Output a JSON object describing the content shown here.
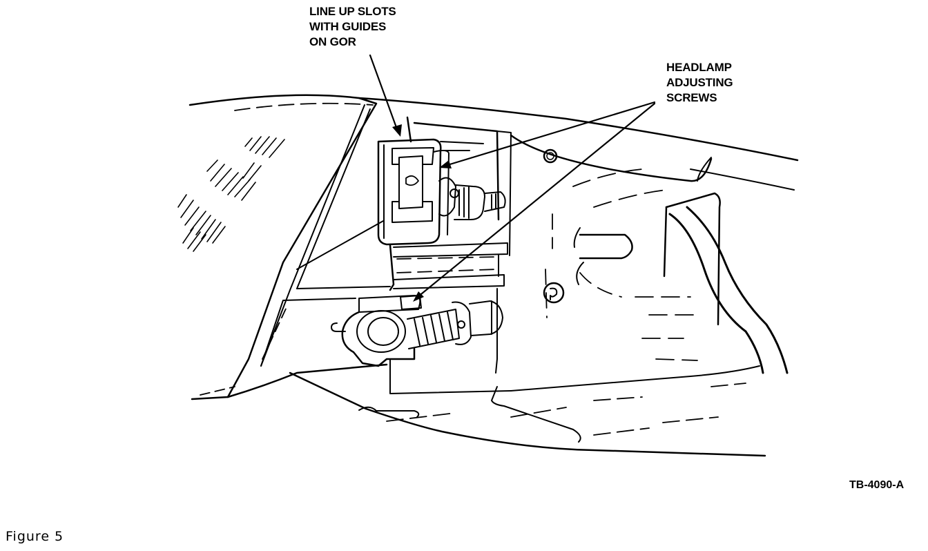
{
  "callouts": {
    "slots": {
      "line1": "LINE UP SLOTS",
      "line2": "WITH GUIDES",
      "line3": "ON GOR"
    },
    "screws": {
      "line1": "HEADLAMP",
      "line2": "ADJUSTING",
      "line3": "SCREWS"
    }
  },
  "figure": {
    "code": "TB-4090-A",
    "caption": "Figure 5"
  }
}
